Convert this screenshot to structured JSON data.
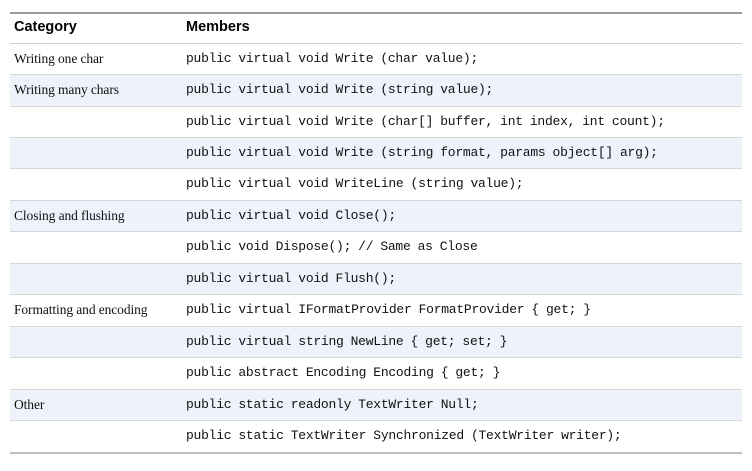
{
  "table": {
    "name": "TextWriter members table",
    "headers": {
      "category": "Category",
      "members": "Members"
    },
    "rows": [
      {
        "category": "Writing one char",
        "member": "public virtual void Write (char value);",
        "striped": false
      },
      {
        "category": "Writing many chars",
        "member": "public virtual void Write (string value);",
        "striped": true
      },
      {
        "category": "",
        "member": "public virtual void Write (char[] buffer, int index, int count);",
        "striped": false
      },
      {
        "category": "",
        "member": "public virtual void Write (string format, params object[] arg);",
        "striped": true
      },
      {
        "category": "",
        "member": "public virtual void WriteLine (string value);",
        "striped": false
      },
      {
        "category": "Closing and flushing",
        "member": "public virtual void Close();",
        "striped": true
      },
      {
        "category": "",
        "member": "public void Dispose(); // Same as Close",
        "striped": false
      },
      {
        "category": "",
        "member": "public virtual void Flush();",
        "striped": true
      },
      {
        "category": "Formatting and encoding",
        "member": "public virtual IFormatProvider FormatProvider { get; }",
        "striped": false
      },
      {
        "category": "",
        "member": "public virtual string NewLine { get; set; }",
        "striped": true
      },
      {
        "category": "",
        "member": "public abstract Encoding Encoding { get; }",
        "striped": false
      },
      {
        "category": "Other",
        "member": "public static readonly TextWriter Null;",
        "striped": true
      },
      {
        "category": "",
        "member": "public static TextWriter Synchronized (TextWriter writer);",
        "striped": false
      }
    ]
  },
  "colors": {
    "stripe": "#eef2fa",
    "rule": "#d6d6d6",
    "header_rule": "#9a9a9a",
    "text": "#111111"
  }
}
